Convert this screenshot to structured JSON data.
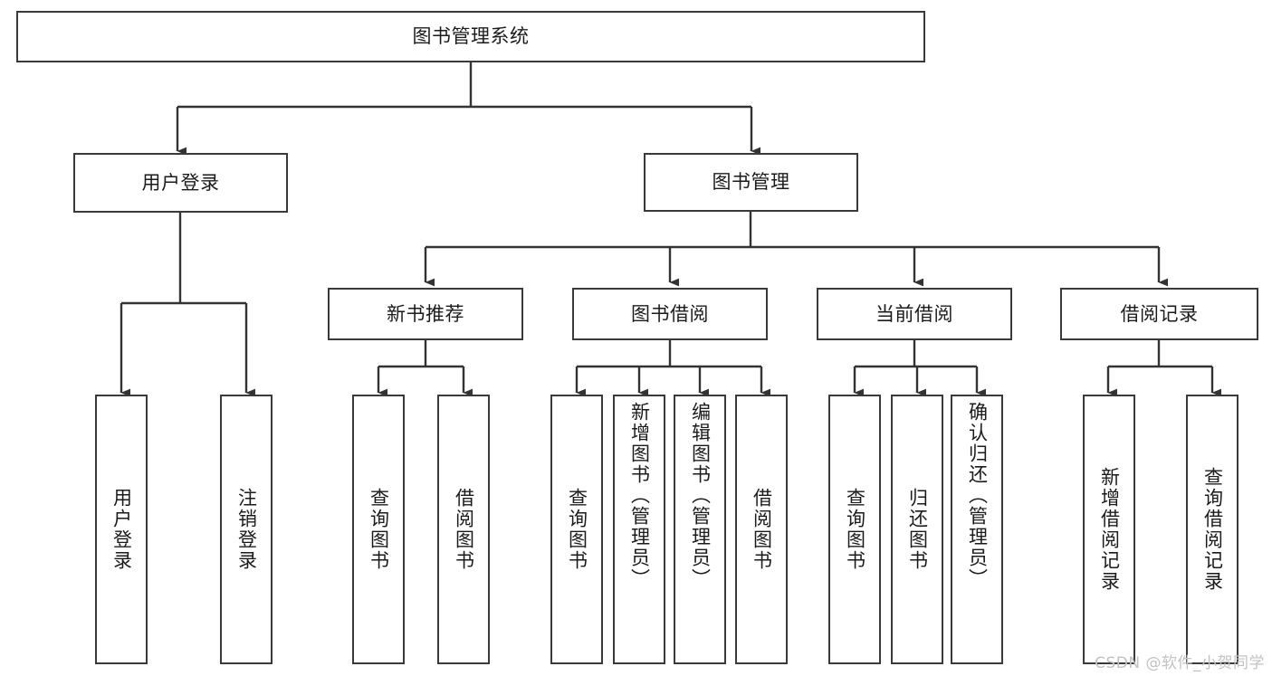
{
  "diagram": {
    "title": "图书管理系统",
    "type": "功能结构图",
    "colors": {
      "box_border": "#3a3a3a",
      "box_fill": "#ffffff",
      "connector": "#333333",
      "text": "#1b1b1b",
      "watermark": "#c2c2c2",
      "background": "#ffffff"
    },
    "watermark": "CSDN @软件_小贺同学",
    "nodes": {
      "root": {
        "label": "图书管理系统"
      },
      "level2": [
        {
          "id": "user-login",
          "label": "用户登录"
        },
        {
          "id": "book-manage",
          "label": "图书管理"
        }
      ],
      "level3": [
        {
          "id": "new-book-recommend",
          "label": "新书推荐"
        },
        {
          "id": "book-borrow",
          "label": "图书借阅"
        },
        {
          "id": "current-borrow",
          "label": "当前借阅"
        },
        {
          "id": "borrow-record",
          "label": "借阅记录"
        }
      ],
      "leaves": {
        "user-login": [
          {
            "id": "user-login-leaf",
            "label": "用户登录"
          },
          {
            "id": "user-logout-leaf",
            "label": "注销登录"
          }
        ],
        "new-book-recommend": [
          {
            "id": "query-book-1",
            "label": "查询图书"
          },
          {
            "id": "borrow-book-1",
            "label": "借阅图书"
          }
        ],
        "book-borrow": [
          {
            "id": "query-book-2",
            "label": "查询图书"
          },
          {
            "id": "add-book-admin",
            "label": "新增图书（管理员）"
          },
          {
            "id": "edit-book-admin",
            "label": "编辑图书（管理员）"
          },
          {
            "id": "borrow-book-2",
            "label": "借阅图书"
          }
        ],
        "current-borrow": [
          {
            "id": "query-book-3",
            "label": "查询图书"
          },
          {
            "id": "return-book",
            "label": "归还图书"
          },
          {
            "id": "confirm-return-admin",
            "label": "确认归还（管理员）"
          }
        ],
        "borrow-record": [
          {
            "id": "add-borrow-record",
            "label": "新增借阅记录"
          },
          {
            "id": "query-borrow-record",
            "label": "查询借阅记录"
          }
        ]
      }
    }
  }
}
